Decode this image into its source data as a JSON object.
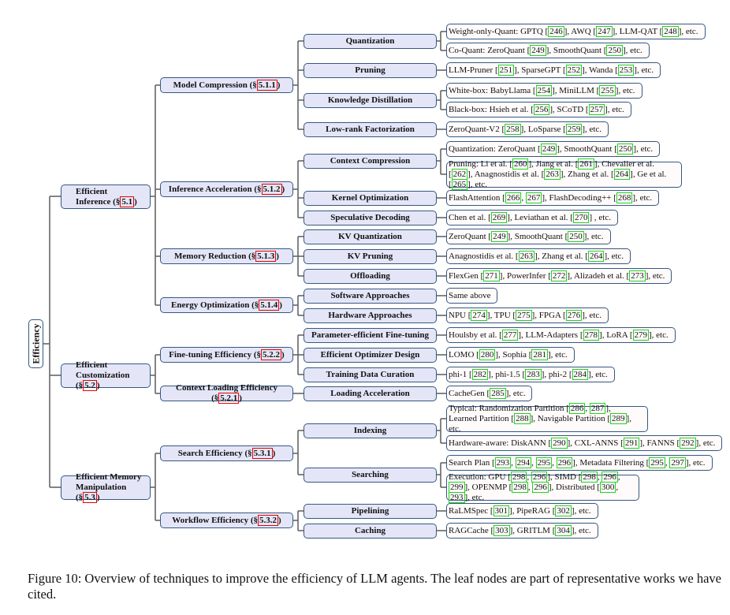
{
  "root": {
    "label": "Efficiency"
  },
  "categories": [
    {
      "label": "Efficient Inference",
      "ref": "5.1",
      "subs": [
        {
          "label": "Model Compression",
          "ref": "5.1.1",
          "techniques": [
            {
              "label": "Quantization",
              "leaves": [
                "Weight-only-Quant:  GPTQ [246], AWQ [247], LLM-QAT [248], etc.",
                "Co-Quant:  ZeroQuant [249], SmoothQuant [250], etc."
              ]
            },
            {
              "label": "Pruning",
              "leaves": [
                "LLM-Pruner [251], SparseGPT [252], Wanda [253], etc."
              ]
            },
            {
              "label": "Knowledge Distillation",
              "leaves": [
                "White-box:  BabyLlama [254], MiniLLM [255], etc.",
                "Black-box:  Hsieh et al. [256], SCoTD [257], etc."
              ]
            },
            {
              "label": "Low-rank Factorization",
              "leaves": [
                "ZeroQuant-V2 [258], LoSparse [259], etc."
              ]
            }
          ]
        },
        {
          "label": "Inference Acceleration",
          "ref": "5.1.2",
          "techniques": [
            {
              "label": "Context Compression",
              "leaves": [
                "Quantization:  ZeroQuant [249], SmoothQuant [250], etc.",
                "Pruning:  Li et al. [260], Jiang et al. [261], Chevalier et al. [262], Anagnostidis et al. [263], Zhang et al. [264], Ge et al. [265], etc."
              ]
            },
            {
              "label": "Kernel Optimization",
              "leaves": [
                "FlashAttention [266, 267], FlashDecoding++ [268], etc."
              ]
            },
            {
              "label": "Speculative Decoding",
              "leaves": [
                "Chen et al. [269], Leviathan et al. [270] , etc."
              ]
            }
          ]
        },
        {
          "label": "Memory Reduction",
          "ref": "5.1.3",
          "techniques": [
            {
              "label": "KV Quantization",
              "leaves": [
                "ZeroQuant [249], SmoothQuant [250], etc."
              ]
            },
            {
              "label": "KV Pruning",
              "leaves": [
                "Anagnostidis et al. [263], Zhang et al. [264], etc."
              ]
            },
            {
              "label": "Offloading",
              "leaves": [
                "FlexGen [271], PowerInfer [272], Alizadeh et al. [273], etc."
              ]
            }
          ]
        },
        {
          "label": "Energy Optimization",
          "ref": "5.1.4",
          "techniques": [
            {
              "label": "Software Approaches",
              "leaves": [
                "Same above"
              ]
            },
            {
              "label": "Hardware Approaches",
              "leaves": [
                "NPU [274], TPU [275], FPGA [276], etc."
              ]
            }
          ]
        }
      ]
    },
    {
      "label": "Efficient Customization",
      "ref": "5.2",
      "subs": [
        {
          "label": "Fine-tuning Efficiency",
          "ref": "5.2.2",
          "techniques": [
            {
              "label": "Parameter-efficient Fine-tuning",
              "leaves": [
                "Houlsby et al. [277], LLM-Adapters [278], LoRA [279], etc."
              ]
            },
            {
              "label": "Efficient Optimizer Design",
              "leaves": [
                "LOMO [280], Sophia [281], etc."
              ]
            },
            {
              "label": "Training Data Curation",
              "leaves": [
                "phi-1 [282], phi-1.5 [283], phi-2 [284], etc."
              ]
            }
          ]
        },
        {
          "label": "Context Loading Efficiency",
          "ref": "5.2.1",
          "techniques": [
            {
              "label": "Loading Acceleration",
              "leaves": [
                "CacheGen [285], etc."
              ]
            }
          ]
        }
      ]
    },
    {
      "label": "Efficient Memory Manipulation",
      "ref": "5.3",
      "subs": [
        {
          "label": "Search Efficiency",
          "ref": "5.3.1",
          "techniques": [
            {
              "label": "Indexing",
              "leaves": [
                "Typical:  Randomization Partition [286, 287], Learned Partition [288], Navigable Partition [289], etc.",
                "Hardware-aware:  DiskANN [290], CXL-ANNS [291], FANNS [292], etc."
              ]
            },
            {
              "label": "Searching",
              "leaves": [
                "Search Plan [293, 294, 295, 296], Metadata Filtering [295, 297], etc.",
                "Execution:  GPU [298, 296], SIMD [298, 296, 299], OPENMP [298, 296],  Distributed [300, 293], etc."
              ]
            }
          ]
        },
        {
          "label": "Workflow Efficiency",
          "ref": "5.3.2",
          "techniques": [
            {
              "label": "Pipelining",
              "leaves": [
                "RaLMSpec [301], PipeRAG [302], etc."
              ]
            },
            {
              "label": "Caching",
              "leaves": [
                "RAGCache [303], GRITLM [304], etc."
              ]
            }
          ]
        }
      ]
    }
  ],
  "caption": "Figure 10: Overview of techniques to improve the efficiency of LLM agents. The leaf nodes are part of representative works we have cited.",
  "colors": {
    "node_fill": "#e4e6f8",
    "node_border": "#36587f",
    "section_link": "#e00000",
    "citation_link": "#1fd41f"
  }
}
